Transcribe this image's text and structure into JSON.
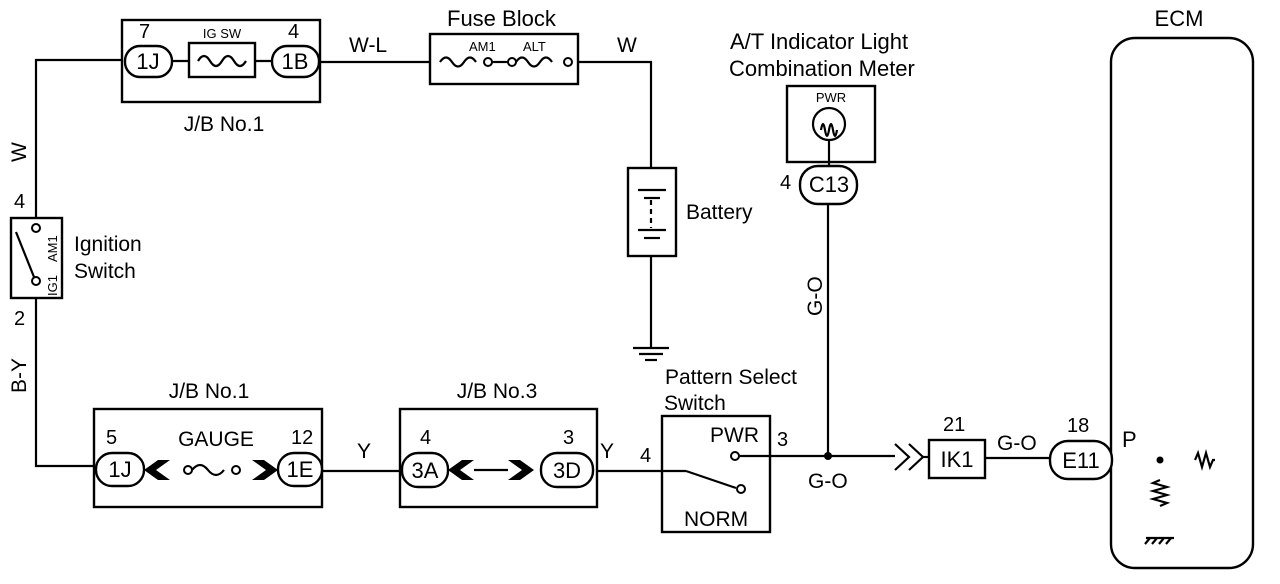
{
  "colors": {
    "line": "#000000",
    "background": "#ffffff"
  },
  "jb1_top": {
    "label": "J/B No.1",
    "left_pin": "7",
    "left_conn": "1J",
    "center_label": "IG SW",
    "right_pin": "4",
    "right_conn": "1B"
  },
  "fuse_block": {
    "label": "Fuse Block",
    "fuse1": "AM1",
    "fuse2": "ALT"
  },
  "wires": {
    "w_l": "W-L",
    "w_right": "W",
    "w_left": "W",
    "b_y": "B-Y",
    "y1": "Y",
    "y2": "Y",
    "g_o_vertical": "G-O",
    "g_o_horizontal": "G-O",
    "g_o_right": "G-O"
  },
  "battery": {
    "label": "Battery"
  },
  "indicator": {
    "title_line1": "A/T Indicator Light",
    "title_line2": "Combination Meter",
    "pwr": "PWR",
    "pin": "4",
    "conn": "C13"
  },
  "ecm": {
    "label": "ECM",
    "terminal": "P",
    "pin": "18",
    "conn": "E11"
  },
  "ignition": {
    "label_line1": "Ignition",
    "label_line2": "Switch",
    "top_pin": "4",
    "bottom_pin": "2",
    "am1": "AM1",
    "ig1": "IG1"
  },
  "jb1_bottom": {
    "label": "J/B No.1",
    "center_label": "GAUGE",
    "left_pin": "5",
    "left_conn": "1J",
    "right_pin": "12",
    "right_conn": "1E"
  },
  "jb3": {
    "label": "J/B No.3",
    "left_pin": "4",
    "left_conn": "3A",
    "right_pin": "3",
    "right_conn": "3D"
  },
  "pattern_switch": {
    "label_line1": "Pattern Select",
    "label_line2": "Switch",
    "input_pin": "4",
    "output_pin": "3",
    "pwr": "PWR",
    "norm": "NORM"
  },
  "ik1": {
    "pin": "21",
    "conn": "IK1"
  }
}
